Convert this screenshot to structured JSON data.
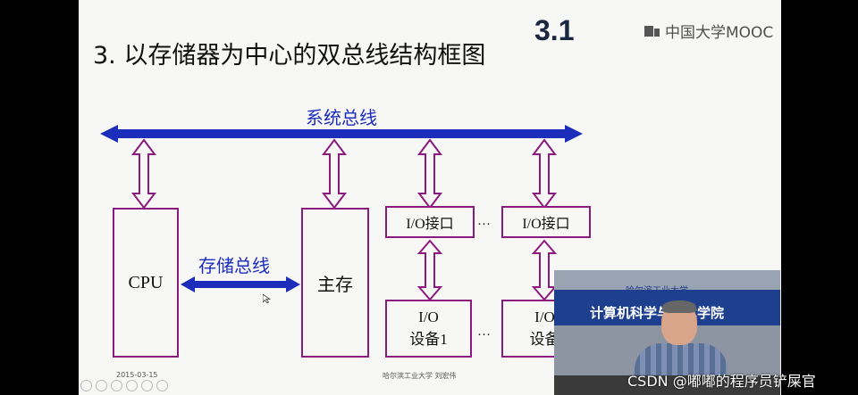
{
  "slide": {
    "heading": "3. 以存储器为中心的双总线结构框图",
    "slide_number": "3.1",
    "brand": "中国大学MOOC",
    "footer_date": "2015-03-15",
    "footer_author": "哈尔滨工业大学  刘宏伟"
  },
  "diagram": {
    "system_bus_label": "系统总线",
    "memory_bus_label": "存储总线",
    "cpu_label": "CPU",
    "main_memory_label": "主存",
    "io_interface_label": "I/O接口",
    "ellipsis": "…",
    "io_device_1": {
      "line1": "I/O",
      "line2": "设备1"
    },
    "io_device_2": {
      "line1": "I/O",
      "line2": "设备"
    }
  },
  "webcam": {
    "banner_top": "哈尔滨工业大学",
    "banner_main": "计算机科学与技术学院"
  },
  "watermark": "CSDN @嘟嘟的程序员铲屎官",
  "colors": {
    "bus": "#1c2dbb",
    "box_border": "#8a1a7d",
    "slide_bg": "#f7f7f5"
  }
}
